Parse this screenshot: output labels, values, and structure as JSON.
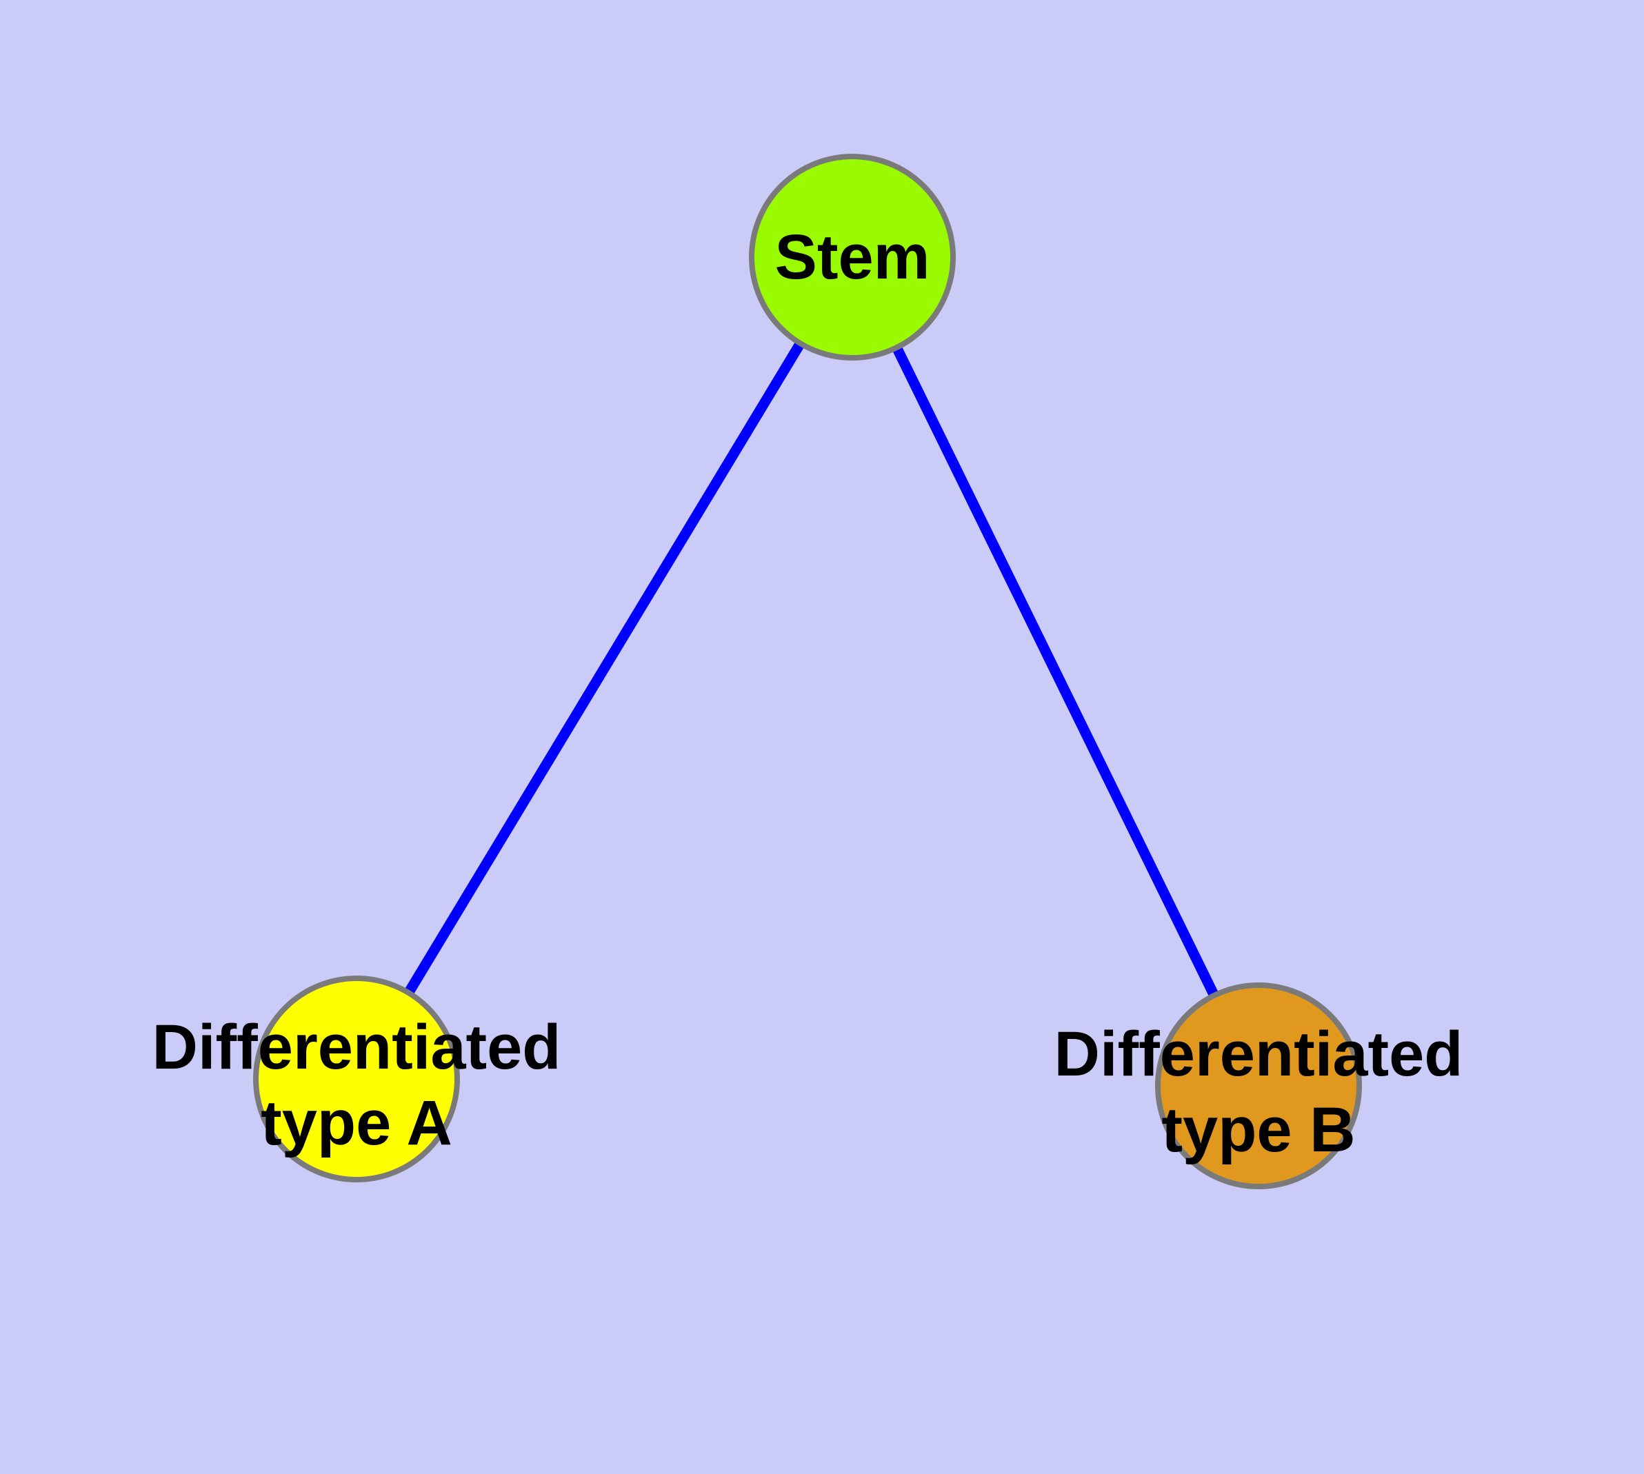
{
  "diagram": {
    "type": "node-link-graph",
    "background_color": "#CBCBF8",
    "edge_color": "#0000FF",
    "node_border_color": "#7A7A7A",
    "label_text_color": "#000000",
    "nodes": [
      {
        "id": "stem",
        "label": "Stem",
        "fill_color": "#9AFB00",
        "shape": "circle"
      },
      {
        "id": "type-a",
        "label": "Differentiated\ntype A",
        "fill_color": "#FFFF00",
        "shape": "circle"
      },
      {
        "id": "type-b",
        "label": "Differentiated\ntype B",
        "fill_color": "#E0991E",
        "shape": "circle"
      }
    ],
    "edges": [
      {
        "from": "stem",
        "to": "type-a"
      },
      {
        "from": "stem",
        "to": "type-b"
      }
    ]
  }
}
